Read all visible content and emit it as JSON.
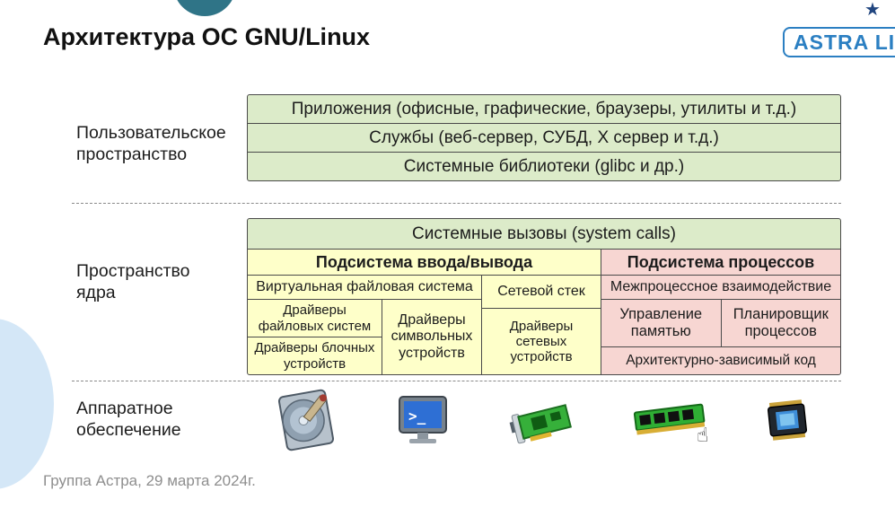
{
  "slide": {
    "title": "Архитектура ОС GNU/Linux",
    "logo_text": "ASTRA LINUX",
    "footer": "Группа Астра, 29 марта 2024г."
  },
  "labels": {
    "user_space": "Пользовательское пространство",
    "kernel_space": "Пространство ядра",
    "hardware": "Аппаратное обеспечение"
  },
  "user_space_rows": [
    "Приложения (офисные, графические, браузеры, утилиты и т.д.)",
    "Службы (веб-сервер, СУБД, X сервер и т.д.)",
    "Системные библиотеки (glibc и др.)"
  ],
  "kernel": {
    "syscalls": "Системные вызовы (system calls)",
    "io_header": "Подсистема ввода/вывода",
    "proc_header": "Подсистема процессов",
    "vfs": "Виртуальная файловая система",
    "net_stack": "Сетевой стек",
    "fs_drivers": "Драйверы файловых систем",
    "char_drivers": "Драйверы символьных устройств",
    "block_drivers": "Драйверы блочных устройств",
    "net_drivers": "Драйверы сетевых устройств",
    "ipc": "Межпроцессное взаимодействие",
    "mem": "Управление памятью",
    "sched": "Планировщик процессов",
    "arch": "Архитектурно-зависимый код"
  },
  "hardware_icons": [
    "hard-disk-icon",
    "terminal-icon",
    "network-card-icon",
    "ram-icon",
    "cpu-chip-icon"
  ],
  "icons": {
    "star": "★",
    "cursor": "☝"
  },
  "colors": {
    "green": "#dcebc9",
    "yellow": "#feffc9",
    "pink": "#f7d6d2",
    "border": "#4a4a4a",
    "logo-blue": "#2b7fc2",
    "star-blue": "#20457f",
    "teal": "#2f7487",
    "blob": "#d4e7f7",
    "footer-gray": "#8e8e8e"
  }
}
